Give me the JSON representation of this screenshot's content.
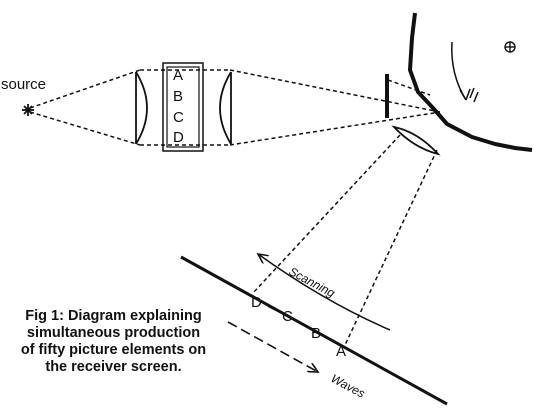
{
  "labels": {
    "source": "source",
    "slot_letters": [
      "A",
      "B",
      "C",
      "D"
    ],
    "screen_letters": [
      "D",
      "C",
      "B",
      "A"
    ],
    "scanning": "Scanning",
    "waves": "Waves"
  },
  "caption": {
    "lines": [
      "Fig 1: Diagram explaining",
      "simultaneous production",
      "of fifty picture elements on",
      "the receiver screen."
    ]
  },
  "colors": {
    "ink": "#111111",
    "background": "#ffffff"
  },
  "icons": [
    "source-star-icon",
    "disc-center-icon",
    "rotation-arrow-icon"
  ]
}
